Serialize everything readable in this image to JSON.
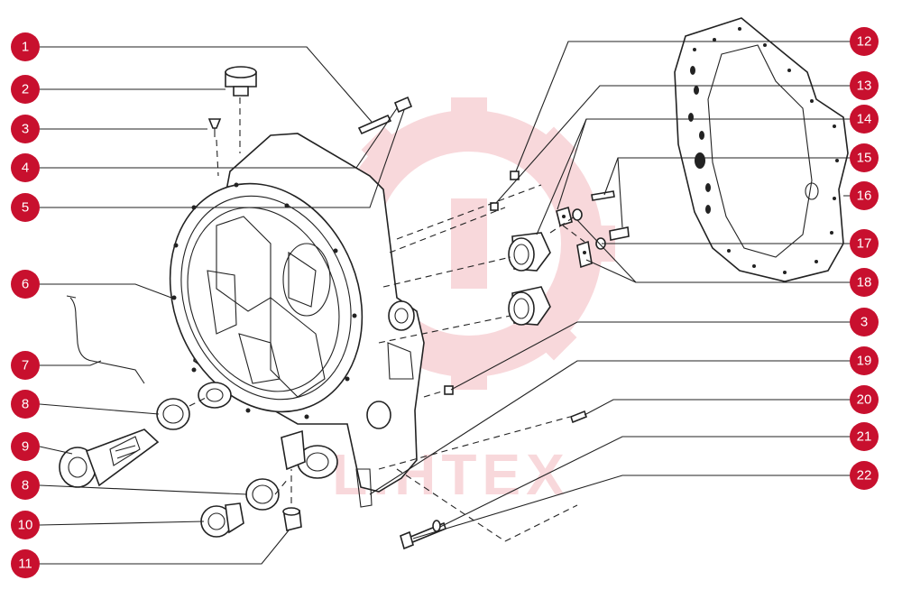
{
  "colors": {
    "badge": "#c8102e",
    "badge_text": "#ffffff",
    "watermark": "#f3b9bf",
    "line": "#222222"
  },
  "watermark": {
    "text": "LIHTEX",
    "icon": "gear-logo-icon"
  },
  "callouts": [
    {
      "label": "1"
    },
    {
      "label": "2"
    },
    {
      "label": "3"
    },
    {
      "label": "4"
    },
    {
      "label": "5"
    },
    {
      "label": "6"
    },
    {
      "label": "7"
    },
    {
      "label": "8"
    },
    {
      "label": "9"
    },
    {
      "label": "8"
    },
    {
      "label": "10"
    },
    {
      "label": "11"
    },
    {
      "label": "12"
    },
    {
      "label": "13"
    },
    {
      "label": "14"
    },
    {
      "label": "15"
    },
    {
      "label": "16"
    },
    {
      "label": "17"
    },
    {
      "label": "18"
    },
    {
      "label": "3"
    },
    {
      "label": "19"
    },
    {
      "label": "20"
    },
    {
      "label": "21"
    },
    {
      "label": "22"
    }
  ]
}
